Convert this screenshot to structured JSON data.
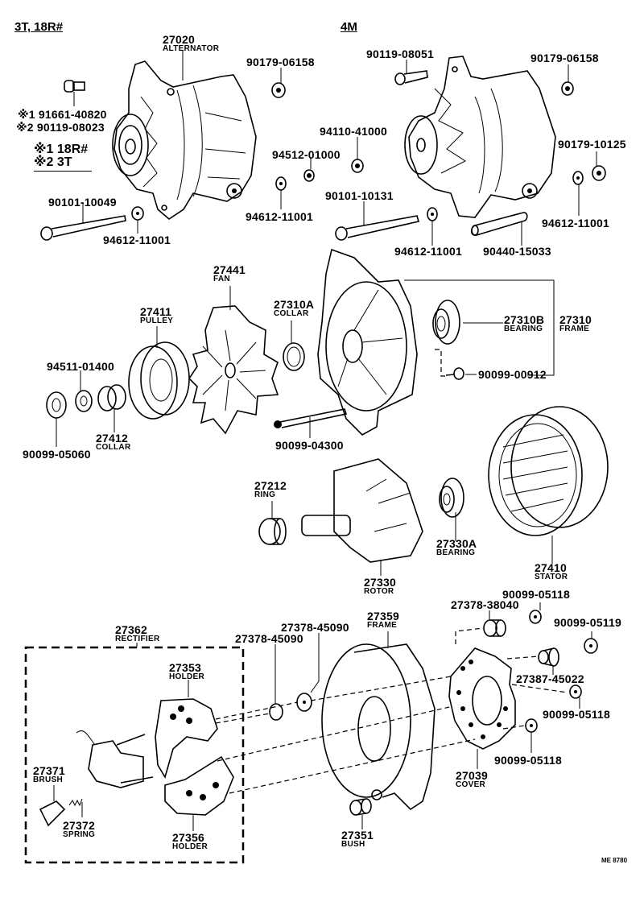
{
  "diagram": {
    "sections": {
      "left_header": "3T, 18R#",
      "right_header": "4M"
    },
    "notes": {
      "note1": "※1 18R#",
      "note2": "※2 3T"
    },
    "drawing_code": "ME 8780",
    "parts": {
      "p27020": {
        "number": "27020",
        "name": "ALTERNATOR"
      },
      "p90179_06158_a": {
        "number": "90179-06158"
      },
      "p91661_40820": {
        "number": "※1 91661-40820"
      },
      "p90119_08023": {
        "number": "※2 90119-08023"
      },
      "p90101_10049": {
        "number": "90101-10049"
      },
      "p94612_11001_a": {
        "number": "94612-11001"
      },
      "p94612_11001_b": {
        "number": "94612-11001"
      },
      "p94512_01000": {
        "number": "94512-01000"
      },
      "p94110_41000": {
        "number": "94110-41000"
      },
      "p90119_08051": {
        "number": "90119-08051"
      },
      "p90179_06158_b": {
        "number": "90179-06158"
      },
      "p90179_10125": {
        "number": "90179-10125"
      },
      "p90101_10131": {
        "number": "90101-10131"
      },
      "p94612_11001_c": {
        "number": "94612-11001"
      },
      "p94612_11001_d": {
        "number": "94612-11001"
      },
      "p90440_15033": {
        "number": "90440-15033"
      },
      "p27441": {
        "number": "27441",
        "name": "FAN"
      },
      "p27411": {
        "number": "27411",
        "name": "PULLEY"
      },
      "p27310A": {
        "number": "27310A",
        "name": "COLLAR"
      },
      "p27310B": {
        "number": "27310B",
        "name": "BEARING"
      },
      "p27310": {
        "number": "27310",
        "name": "FRAME"
      },
      "p94511_01400": {
        "number": "94511-01400"
      },
      "p90099_00912": {
        "number": "90099-00912"
      },
      "p27412": {
        "number": "27412",
        "name": "COLLAR"
      },
      "p90099_05060": {
        "number": "90099-05060"
      },
      "p90099_04300": {
        "number": "90099-04300"
      },
      "p27212": {
        "number": "27212",
        "name": "RING"
      },
      "p27330A": {
        "number": "27330A",
        "name": "BEARING"
      },
      "p27330": {
        "number": "27330",
        "name": "ROTOR"
      },
      "p27410": {
        "number": "27410",
        "name": "STATOR"
      },
      "p27362": {
        "number": "27362",
        "name": "RECTIFIER"
      },
      "p27353": {
        "number": "27353",
        "name": "HOLDER"
      },
      "p27371": {
        "number": "27371",
        "name": "BRUSH"
      },
      "p27372": {
        "number": "27372",
        "name": "SPRING"
      },
      "p27356": {
        "number": "27356",
        "name": "HOLDER"
      },
      "p27378_45090_a": {
        "number": "27378-45090"
      },
      "p27378_45090_b": {
        "number": "27378-45090"
      },
      "p27359": {
        "number": "27359",
        "name": "FRAME"
      },
      "p27351": {
        "number": "27351",
        "name": "BUSH"
      },
      "p27378_38040": {
        "number": "27378-38040"
      },
      "p90099_05118_a": {
        "number": "90099-05118"
      },
      "p90099_05119": {
        "number": "90099-05119"
      },
      "p27387_45022": {
        "number": "27387-45022"
      },
      "p90099_05118_b": {
        "number": "90099-05118"
      },
      "p90099_05118_c": {
        "number": "90099-05118"
      },
      "p27039": {
        "number": "27039",
        "name": "COVER"
      }
    }
  }
}
